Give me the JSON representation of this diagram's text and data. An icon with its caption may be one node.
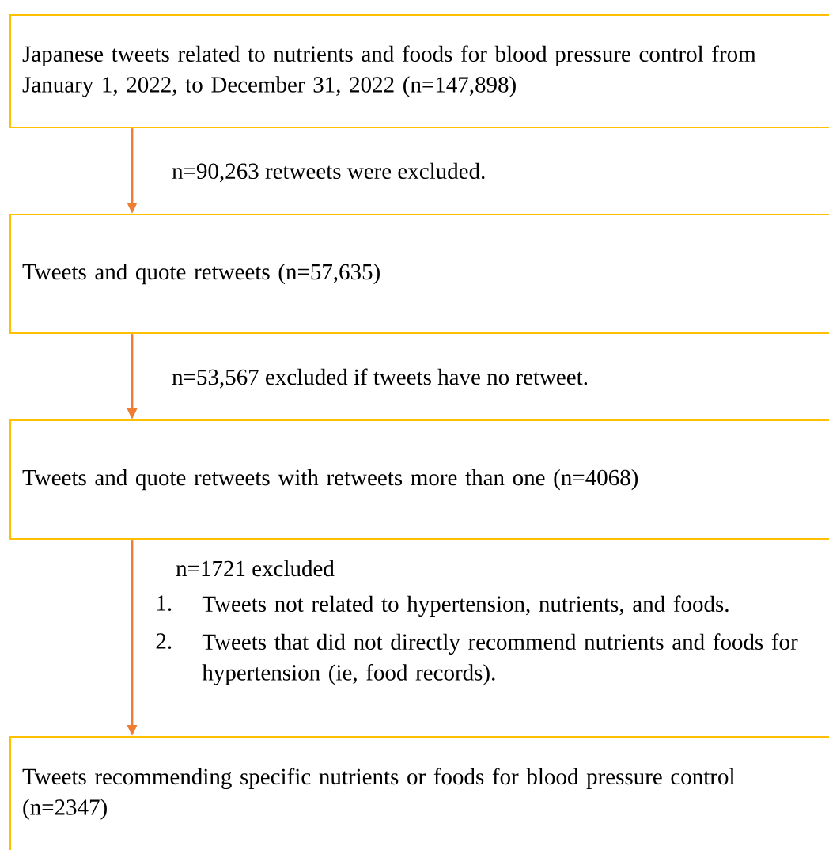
{
  "diagram": {
    "nodes": [
      {
        "text": [
          "Japanese tweets related to nutrients and foods for blood pressure control from January 1, 2022, to December 31, 2022 (n=147,898)"
        ]
      },
      {
        "text": [
          "Tweets and quote retweets (n=57,635)"
        ]
      },
      {
        "text": [
          "Tweets and quote retweets with retweets more than one (n=4068)"
        ]
      },
      {
        "text": [
          "Tweets recommending specific nutrients or foods for blood pressure control (n=2347)"
        ]
      }
    ],
    "edges": [
      {
        "from": 0,
        "to": 1,
        "arrow": "to",
        "label": "n=90,263 retweets were excluded."
      },
      {
        "from": 1,
        "to": 2,
        "arrow": "to",
        "label": "n=53,567 excluded if tweets have no retweet."
      },
      {
        "from": 2,
        "to": 3,
        "arrow": "to",
        "label": "n=1721 excluded"
      }
    ],
    "labels": [
      "1.",
      "Tweets not related to hypertension, nutrients, and foods.",
      "2.",
      "Tweets that did not directly recommend nutrients and foods for hypertension (ie, food records)."
    ]
  }
}
